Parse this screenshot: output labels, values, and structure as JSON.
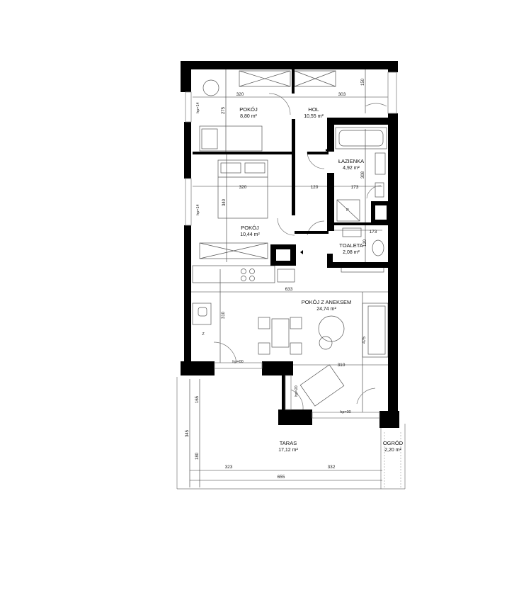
{
  "rooms": [
    {
      "id": "pokoj-1",
      "name": "POKÓJ",
      "area": "8,80 m²"
    },
    {
      "id": "hol",
      "name": "HOL",
      "area": "10,55 m²"
    },
    {
      "id": "lazienka",
      "name": "ŁAZIENKA",
      "area": "4,92 m²"
    },
    {
      "id": "pokoj-2",
      "name": "POKÓJ",
      "area": "10,44 m²"
    },
    {
      "id": "toaleta",
      "name": "TOALETA",
      "area": "2,08 m²"
    },
    {
      "id": "salon",
      "name": "POKÓJ Z ANEKSEM",
      "area": "24,74 m²"
    },
    {
      "id": "taras",
      "name": "TARAS",
      "area": "17,12 m²"
    },
    {
      "id": "ogrod",
      "name": "OGRÓD",
      "area": "2,20 m²"
    }
  ],
  "dimensions": {
    "d320a": "320",
    "d303": "303",
    "d150": "150",
    "d275": "275",
    "d320b": "320",
    "d120a": "120",
    "d173a": "173",
    "d308": "308",
    "d340": "340",
    "d173b": "173",
    "d120b": "120",
    "d633": "633",
    "d310a": "310",
    "d475": "475",
    "d310b": "310",
    "d165": "165",
    "d345": "345",
    "d180": "180",
    "d323": "323",
    "d332": "332",
    "d655": "655"
  },
  "tags": {
    "hp1": "hp=14",
    "hp2": "hp=14",
    "hp3": "hp=00",
    "hp4": "hp=20",
    "hp5": "hp=00",
    "z": "Z",
    "p": "P"
  }
}
